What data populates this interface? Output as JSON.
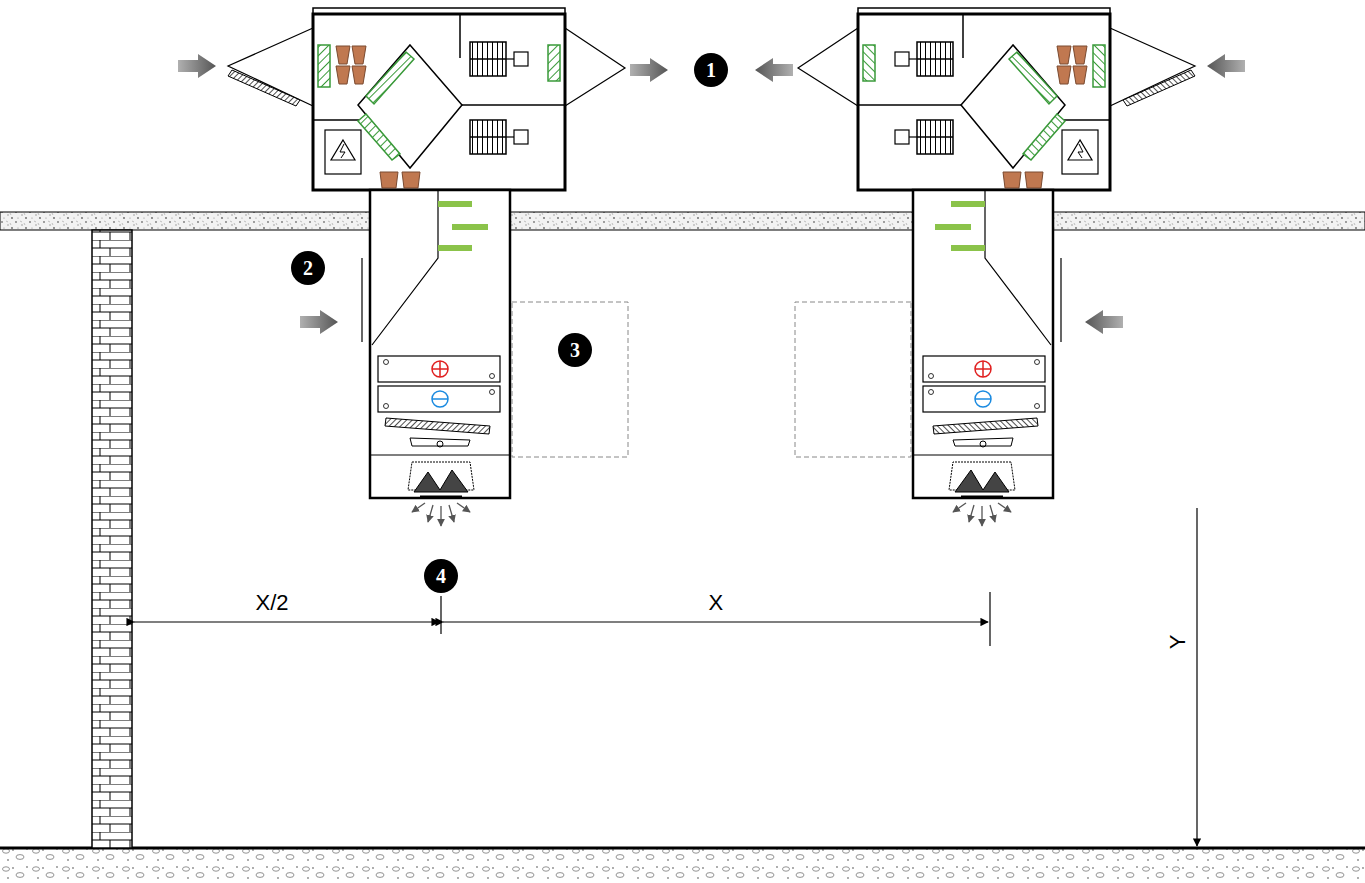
{
  "diagram": {
    "labels": [
      "1",
      "2",
      "3",
      "4",
      "X/2",
      "X",
      "Y"
    ]
  }
}
